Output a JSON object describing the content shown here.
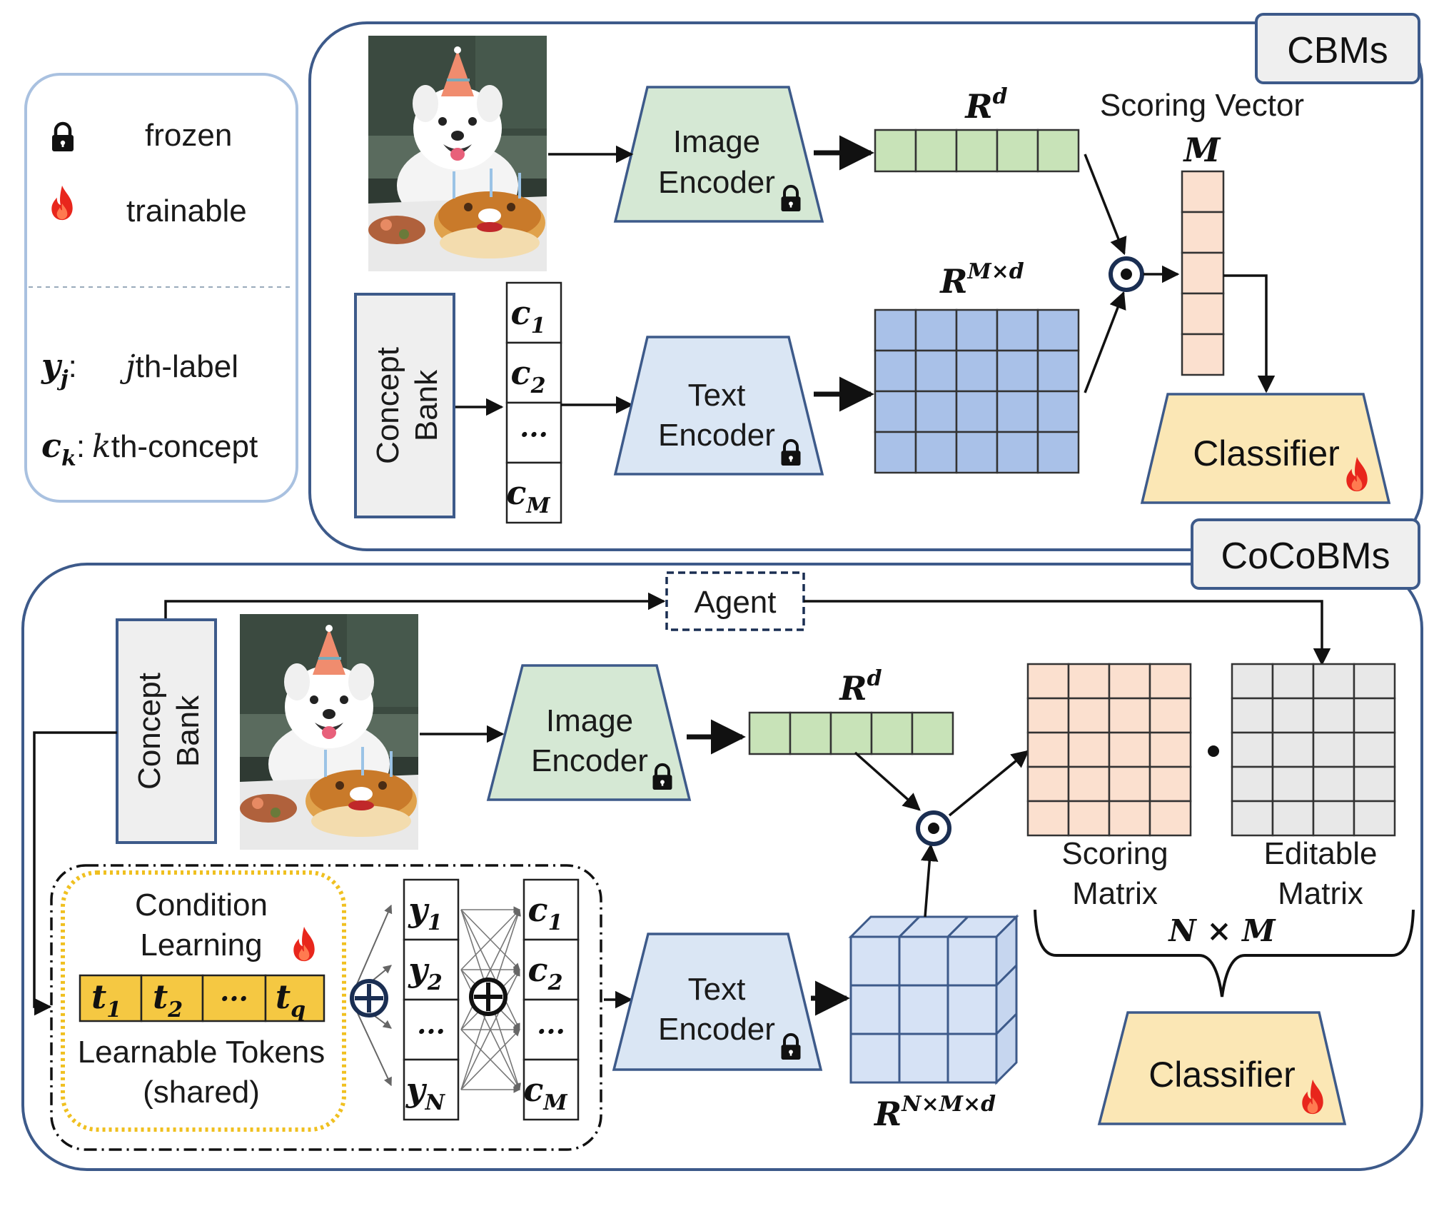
{
  "legend": {
    "frozen": "frozen",
    "trainable": "trainable",
    "label_symbol": "y",
    "label_sub": "j",
    "label_colon": ":",
    "label_j": "j",
    "label_text": "th-label",
    "concept_symbol": "c",
    "concept_sub": "k",
    "concept_colon": ":",
    "concept_k": "k",
    "concept_text": "th-concept"
  },
  "cbms": {
    "title": "CBMs",
    "image_encoder": [
      "Image",
      "Encoder"
    ],
    "text_encoder": [
      "Text",
      "Encoder"
    ],
    "concept_bank": [
      "Concept",
      "Bank"
    ],
    "concepts": [
      {
        "base": "c",
        "sub": "1"
      },
      {
        "base": "c",
        "sub": "2"
      },
      {
        "base": "···",
        "sub": ""
      },
      {
        "base": "c",
        "sub": "M"
      }
    ],
    "rd": {
      "base": "R",
      "sup": "d"
    },
    "rmd": {
      "base": "R",
      "sup": "M×d"
    },
    "scoring_vector": "Scoring Vector",
    "m": "M",
    "classifier": "Classifier"
  },
  "cocobms": {
    "title": "CoCoBMs",
    "agent": "Agent",
    "concept_bank": [
      "Concept",
      "Bank"
    ],
    "image_encoder": [
      "Image",
      "Encoder"
    ],
    "text_encoder": [
      "Text",
      "Encoder"
    ],
    "rd": {
      "base": "R",
      "sup": "d"
    },
    "rnmd": {
      "base": "R",
      "sup": "N×M×d"
    },
    "condition_learning": [
      "Condition",
      "Learning"
    ],
    "tokens": [
      {
        "base": "t",
        "sub": "1"
      },
      {
        "base": "t",
        "sub": "2"
      },
      {
        "base": "···",
        "sub": ""
      },
      {
        "base": "t",
        "sub": "q"
      }
    ],
    "learnable_tokens": [
      "Learnable Tokens",
      "(shared)"
    ],
    "labels": [
      {
        "base": "y",
        "sub": "1"
      },
      {
        "base": "y",
        "sub": "2"
      },
      {
        "base": "···",
        "sub": ""
      },
      {
        "base": "y",
        "sub": "N"
      }
    ],
    "concepts": [
      {
        "base": "c",
        "sub": "1"
      },
      {
        "base": "c",
        "sub": "2"
      },
      {
        "base": "···",
        "sub": ""
      },
      {
        "base": "c",
        "sub": "M"
      }
    ],
    "scoring_matrix": [
      "Scoring",
      "Matrix"
    ],
    "editable_matrix": [
      "Editable",
      "Matrix"
    ],
    "nxm": "N × M",
    "classifier": "Classifier"
  },
  "colors": {
    "frame": "#3d5a8a",
    "image_encoder": "#d5e8d4",
    "text_encoder": "#dae6f4",
    "classifier": "#fbe7b5",
    "green_cell": "#c8e3b8",
    "blue_cell": "#a9c1e8",
    "peach_cell": "#fbe0cf",
    "gray_cell": "#e8e8e8",
    "cube_cell": "#d6e2f5",
    "token": "#f5c842",
    "condition_border": "#f0c020",
    "flame": "#e8261c"
  }
}
